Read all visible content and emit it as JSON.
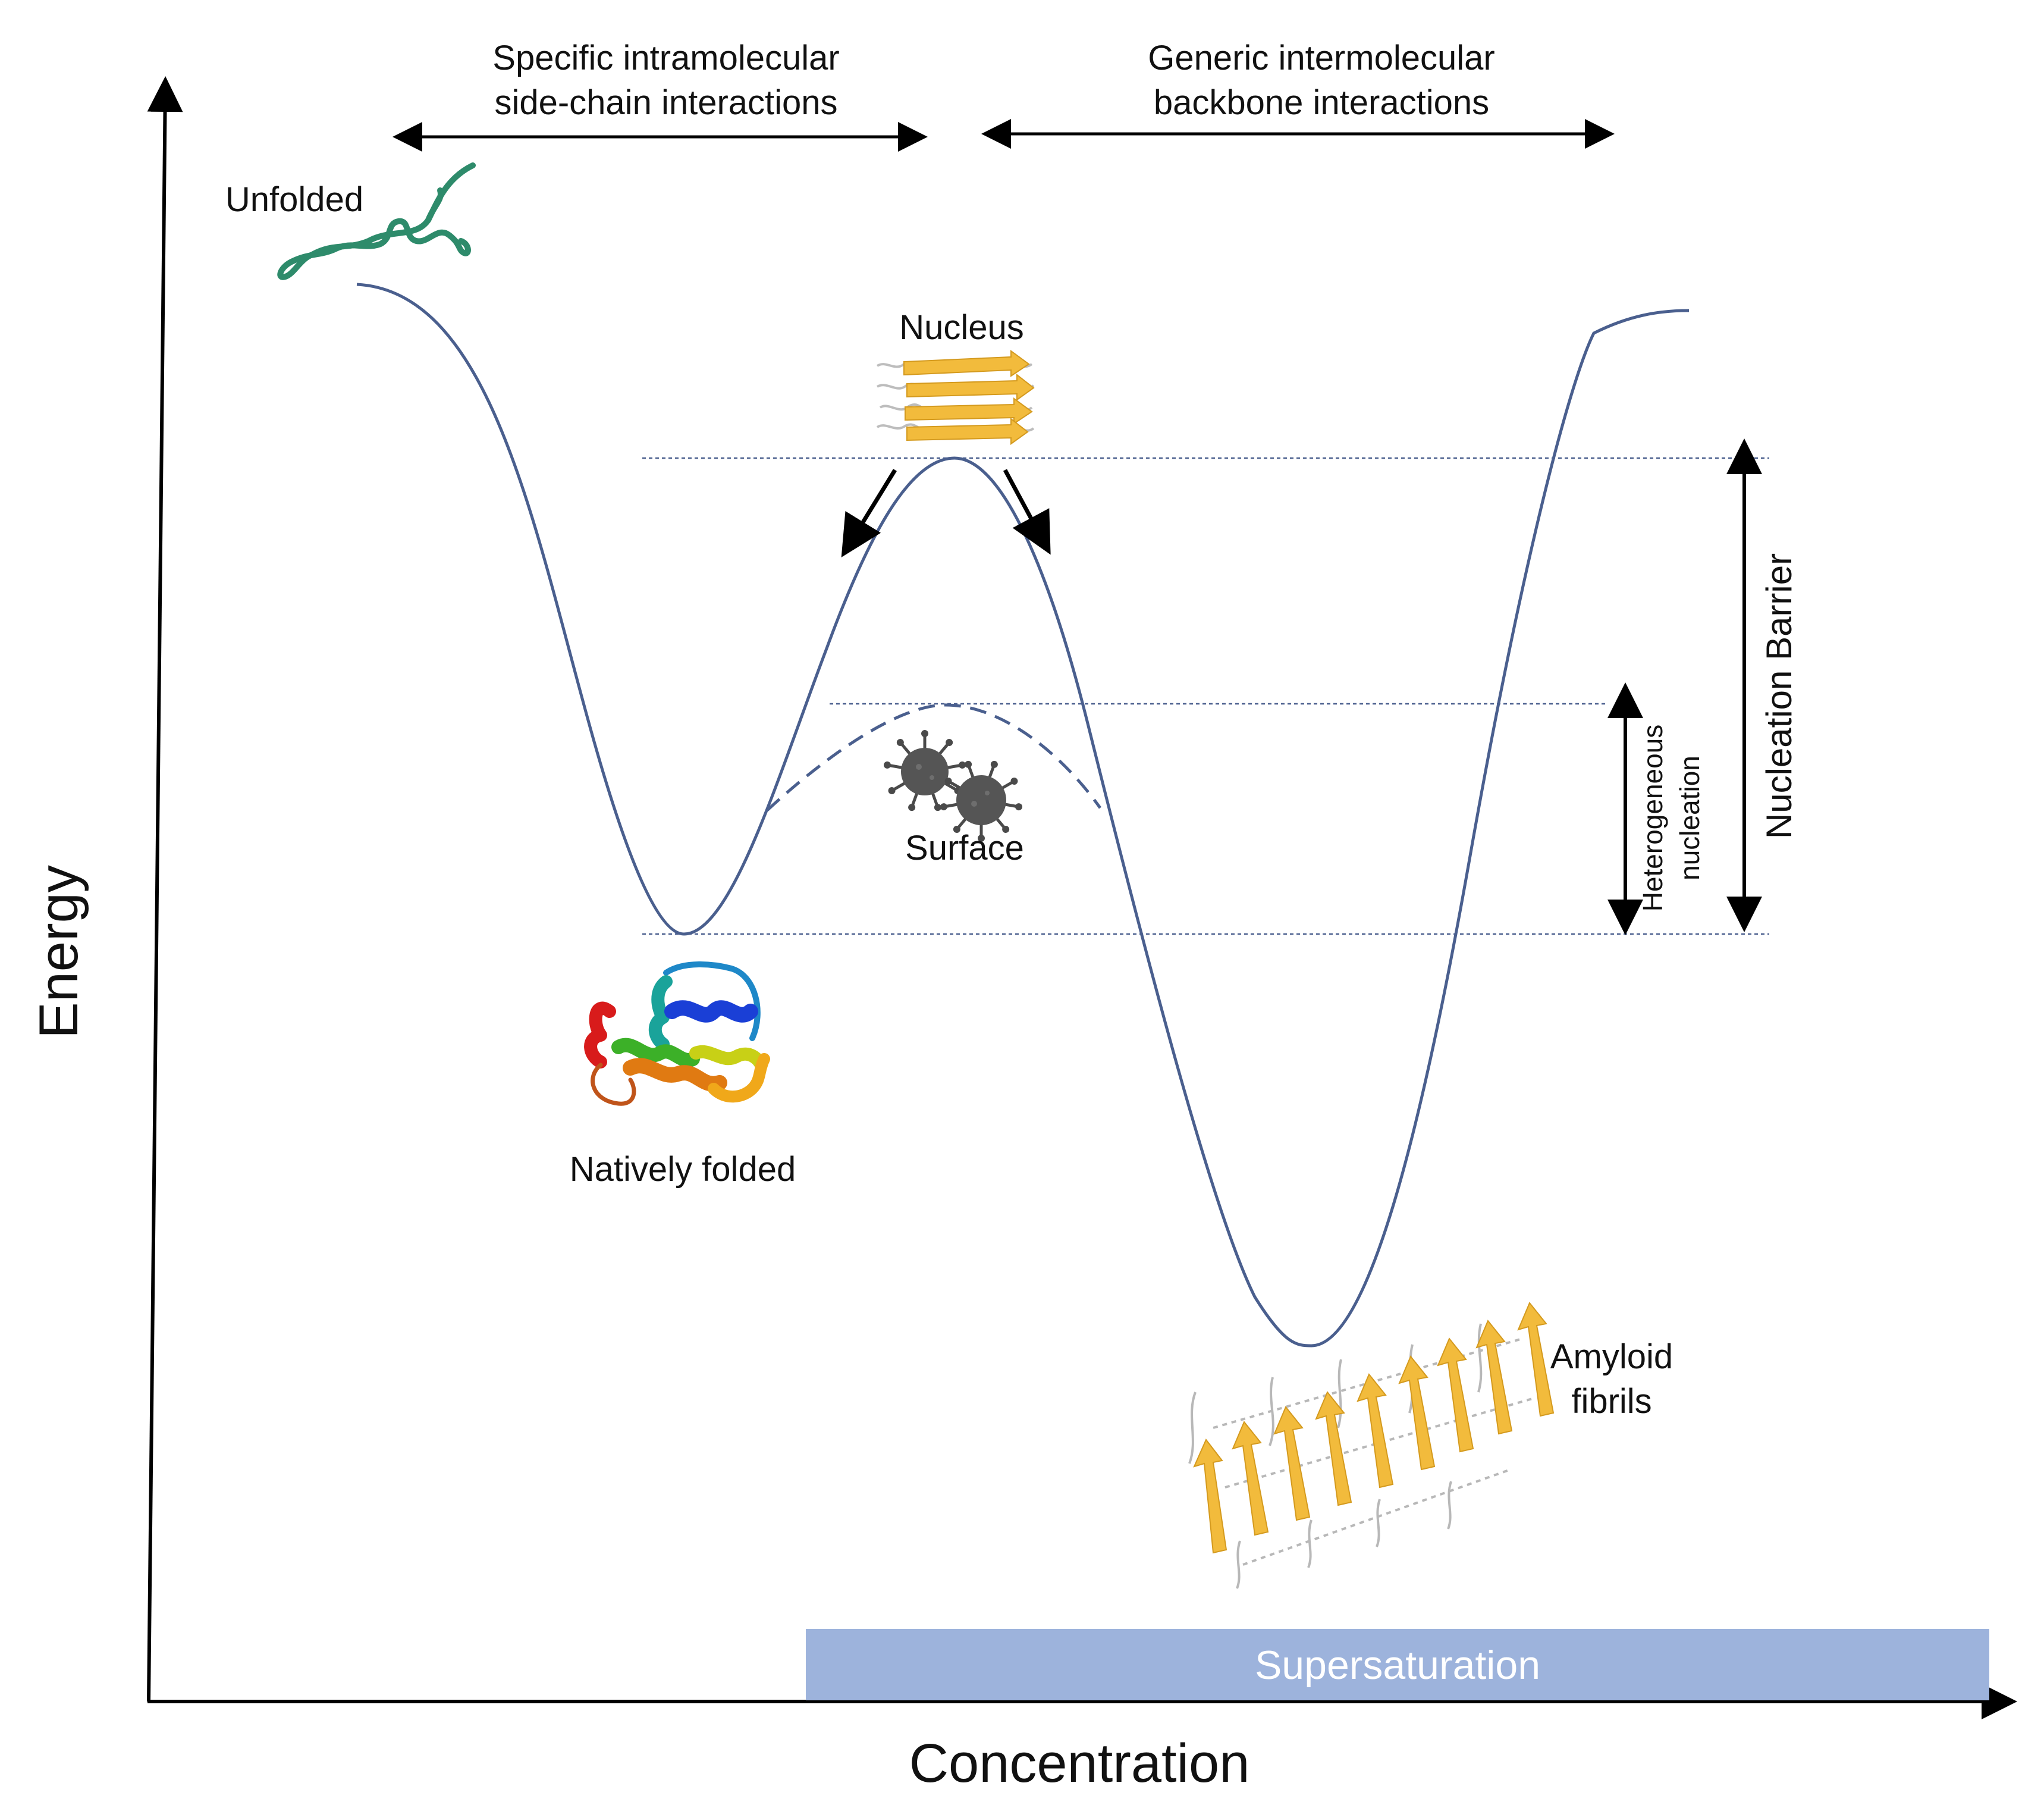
{
  "axes": {
    "y_label": "Energy",
    "x_label": "Concentration"
  },
  "regions": {
    "left_line1": "Specific intramolecular",
    "left_line2": "side-chain interactions",
    "right_line1": "Generic intermolecular",
    "right_line2": "backbone interactions"
  },
  "states": {
    "unfolded": "Unfolded",
    "nucleus": "Nucleus",
    "surface": "Surface",
    "native": "Natively folded",
    "amyloid_line1": "Amyloid",
    "amyloid_line2": "fibrils"
  },
  "barriers": {
    "nucleation": "Nucleation Barrier",
    "hetero_line1": "Heterogeneous",
    "hetero_line2": "nucleation"
  },
  "supersaturation": "Supersaturation",
  "colors": {
    "curve": "#4a5f8e",
    "unfolded_chain": "#2e8b6b",
    "beta_strand": "#f2bb3c",
    "supersaturation_bar": "#9db3dc",
    "particle": "#555555"
  }
}
